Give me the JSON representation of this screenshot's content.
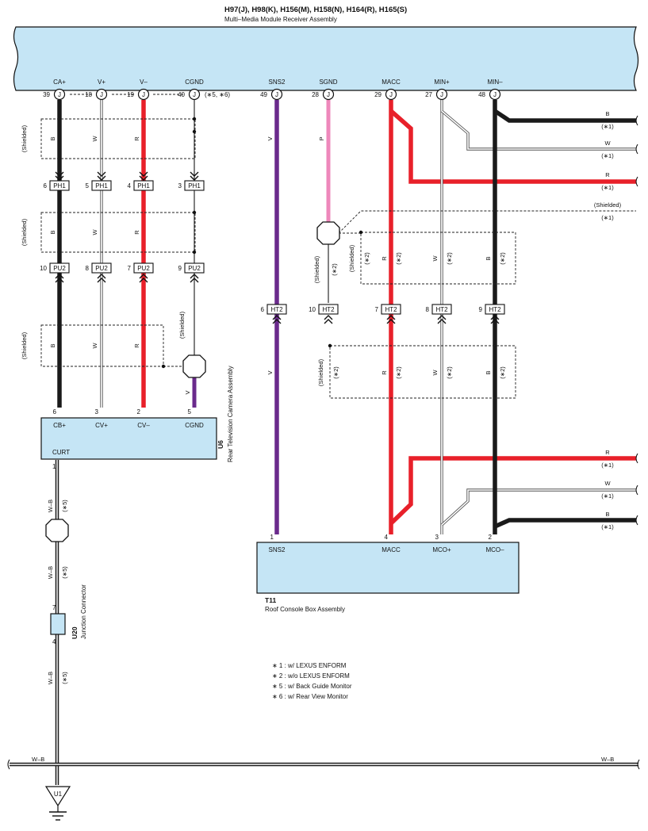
{
  "colors": {
    "module_fill": "#c5e5f5",
    "wire_black": "#1a1a1a",
    "wire_red": "#e8202a",
    "wire_violet": "#6a2a8c",
    "wire_pink": "#ee88bb",
    "wire_white": "#ffffff"
  },
  "header": {
    "part_codes": "H97(J), H98(K), H156(M), H158(N), H164(R), H165(S)",
    "part_name": "Multi–Media Module Receiver Assembly"
  },
  "receiver": {
    "connector": "J",
    "pins": [
      {
        "num": "39",
        "signal": "CA+"
      },
      {
        "num": "18",
        "signal": "V+"
      },
      {
        "num": "19",
        "signal": "V–"
      },
      {
        "num": "40",
        "signal": "CGND",
        "note": "(∗5, ∗6)"
      },
      {
        "num": "49",
        "signal": "SNS2"
      },
      {
        "num": "28",
        "signal": "SGND"
      },
      {
        "num": "29",
        "signal": "MACC"
      },
      {
        "num": "27",
        "signal": "MIN+"
      },
      {
        "num": "48",
        "signal": "MIN–"
      }
    ]
  },
  "camera": {
    "code": "U6",
    "name": "Rear Television Camera Assembly",
    "pins": [
      {
        "num": "6",
        "signal": "CB+"
      },
      {
        "num": "3",
        "signal": "CV+"
      },
      {
        "num": "2",
        "signal": "CV–"
      },
      {
        "num": "5",
        "signal": "CGND"
      }
    ],
    "curt": {
      "signal": "CURT",
      "num": "1"
    }
  },
  "console": {
    "code": "T11",
    "name": "Roof Console Box Assembly",
    "pins": [
      {
        "num": "1",
        "signal": "SNS2"
      },
      {
        "num": "4",
        "signal": "MACC"
      },
      {
        "num": "3",
        "signal": "MCO+"
      },
      {
        "num": "2",
        "signal": "MCO–"
      }
    ]
  },
  "junction": {
    "code": "U20",
    "name": "Junction Connector",
    "pin_in": "7",
    "pin_out": "4"
  },
  "ground": {
    "code": "U1"
  },
  "inline": {
    "ph1": {
      "label": "PH1",
      "pins": [
        "6",
        "5",
        "4",
        "3"
      ]
    },
    "pu2": {
      "label": "PU2",
      "pins": [
        "10",
        "8",
        "7",
        "9"
      ]
    },
    "ht2": {
      "label": "HT2",
      "pins": [
        "6",
        "10",
        "7",
        "8",
        "9"
      ]
    }
  },
  "wire_colors": {
    "B": "B",
    "W": "W",
    "R": "R",
    "V": "V",
    "P": "P",
    "WB": "W–B"
  },
  "text": {
    "shielded": "(Shielded)",
    "n1": "(∗1)",
    "n2": "(∗2)",
    "n5": "(∗5)"
  },
  "notes": [
    "∗ 1 : w/ LEXUS ENFORM",
    "∗ 2 : w/o LEXUS ENFORM",
    "∗ 5 : w/ Back Guide Monitor",
    "∗ 6 : w/ Rear View Monitor"
  ]
}
